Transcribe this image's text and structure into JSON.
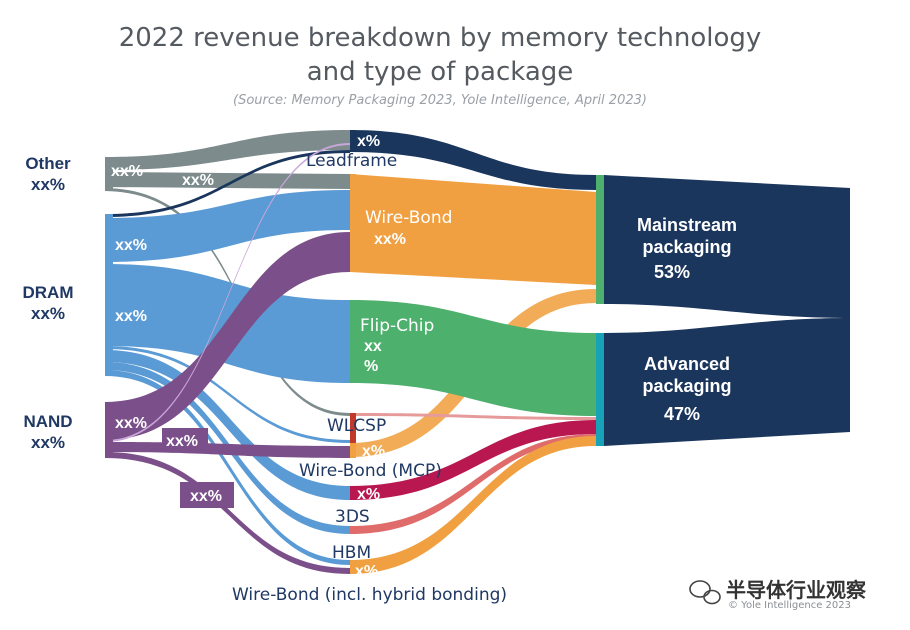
{
  "title_line1": "2022 revenue breakdown by memory technology",
  "title_line2": "and type of package",
  "source": "(Source: Memory Packaging 2023, Yole Intelligence, April 2023)",
  "sources": {
    "other_name": "Other",
    "other_value": "xx%",
    "dram_name": "DRAM",
    "dram_value": "xx%",
    "nand_name": "NAND",
    "nand_value": "xx%"
  },
  "flow_labels": {
    "other_1": "xx%",
    "other_2": "xx%",
    "dram_1": "xx%",
    "dram_2": "xx%",
    "nand_1": "xx%",
    "nand_2": "xx%",
    "nand_3": "xx%"
  },
  "packages": {
    "leadframe_name": "Leadframe",
    "leadframe_value": "x%",
    "wirebond_name": "Wire-Bond",
    "wirebond_value": "xx%",
    "flipchip_name": "Flip-Chip",
    "flipchip_value_1": "xx",
    "flipchip_value_2": "%",
    "wlcsp_name": "WLCSP",
    "wlcsp_value": "x%",
    "wbmcp_name": "Wire-Bond (MCP)",
    "wbmcp_value": "x%",
    "threeds_name": "3DS",
    "hbm_name": "HBM",
    "hbm_value": "x%",
    "hybrid_name": "Wire-Bond (incl. hybrid bonding)"
  },
  "totals": {
    "mainstream_line1": "Mainstream",
    "mainstream_line2": "packaging",
    "mainstream_value": "53%",
    "advanced_line1": "Advanced",
    "advanced_line2": "packaging",
    "advanced_value": "47%"
  },
  "watermark": "半导体行业观察",
  "copyright": "© Yole Intelligence 2023",
  "colors": {
    "navy": "#1b365d",
    "other": "#7d8b8c",
    "dram": "#5b9bd5",
    "nand": "#7b4f8a",
    "orange": "#f0a040",
    "green": "#4db06c",
    "crimson": "#b8174f",
    "salmon": "#e06b6b"
  }
}
